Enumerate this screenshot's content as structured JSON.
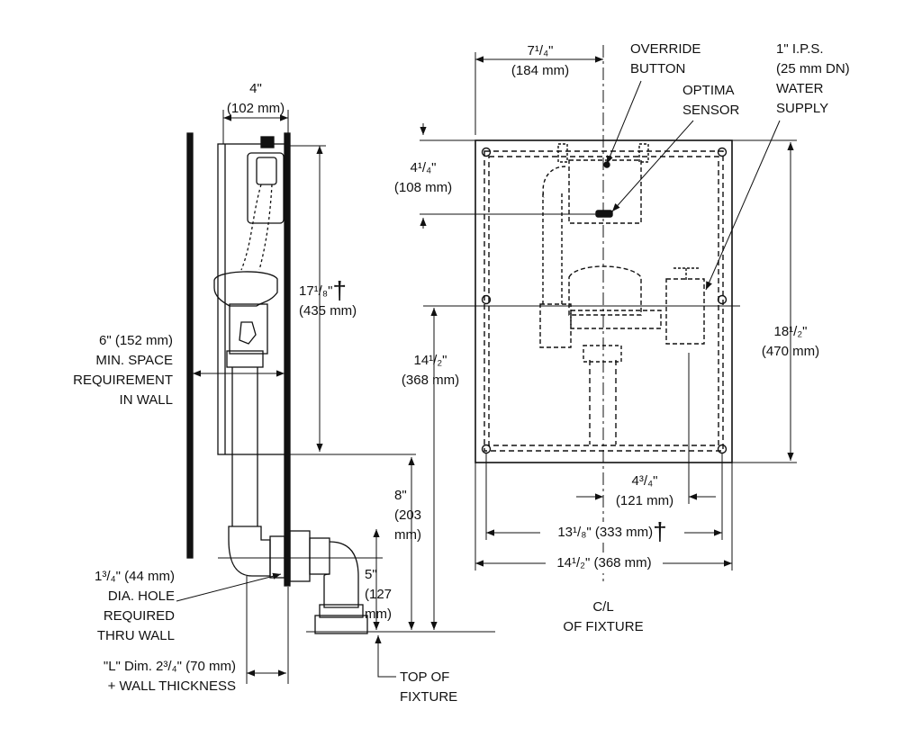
{
  "dimensions": {
    "valve_depth": "4\"",
    "valve_depth_mm": "(102 mm)",
    "valve_height": "17¹/₈\"",
    "valve_height_mm": "(435 mm)",
    "wall_space_1": "6\" (152 mm)",
    "wall_space_2": "MIN. SPACE",
    "wall_space_3": "REQUIREMENT",
    "wall_space_4": "IN WALL",
    "drop_8": "8\"",
    "drop_8_mm1": "(203",
    "drop_8_mm2": "mm)",
    "drop_5": "5\"",
    "drop_5_mm1": "(127",
    "drop_5_mm2": "mm)",
    "hole_1": "1³/₄\"  (44 mm)",
    "hole_2": "DIA. HOLE",
    "hole_3": "REQUIRED",
    "hole_4": "THRU WALL",
    "l_dim_1": "\"L\" Dim. 2³/₄\"  (70 mm)",
    "l_dim_2": "+ WALL THICKNESS",
    "top_fixture_1": "TOP OF",
    "top_fixture_2": "FIXTURE",
    "sensor_width": "7¹/₄\"",
    "sensor_width_mm": "(184 mm)",
    "override_1": "OVERRIDE",
    "override_2": "BUTTON",
    "optima_1": "OPTIMA",
    "optima_2": "SENSOR",
    "supply_1": "1\" I.P.S.",
    "supply_2": "(25 mm DN)",
    "supply_3": "WATER",
    "supply_4": "SUPPLY",
    "sensor_drop": "4¹/₄\"",
    "sensor_drop_mm": "(108 mm)",
    "box_height": "18¹/₂\"",
    "box_height_mm": "(470 mm)",
    "centerline_height": "14¹/₂\"",
    "centerline_height_mm": "(368 mm)",
    "offset": "4³/₄\"",
    "offset_mm": "(121 mm)",
    "inner_width": "13¹/₈\" (333 mm)",
    "outer_width": "14¹/₂\" (368 mm)",
    "cl_1": "C/L",
    "cl_2": "OF FIXTURE",
    "dagger": "†"
  }
}
